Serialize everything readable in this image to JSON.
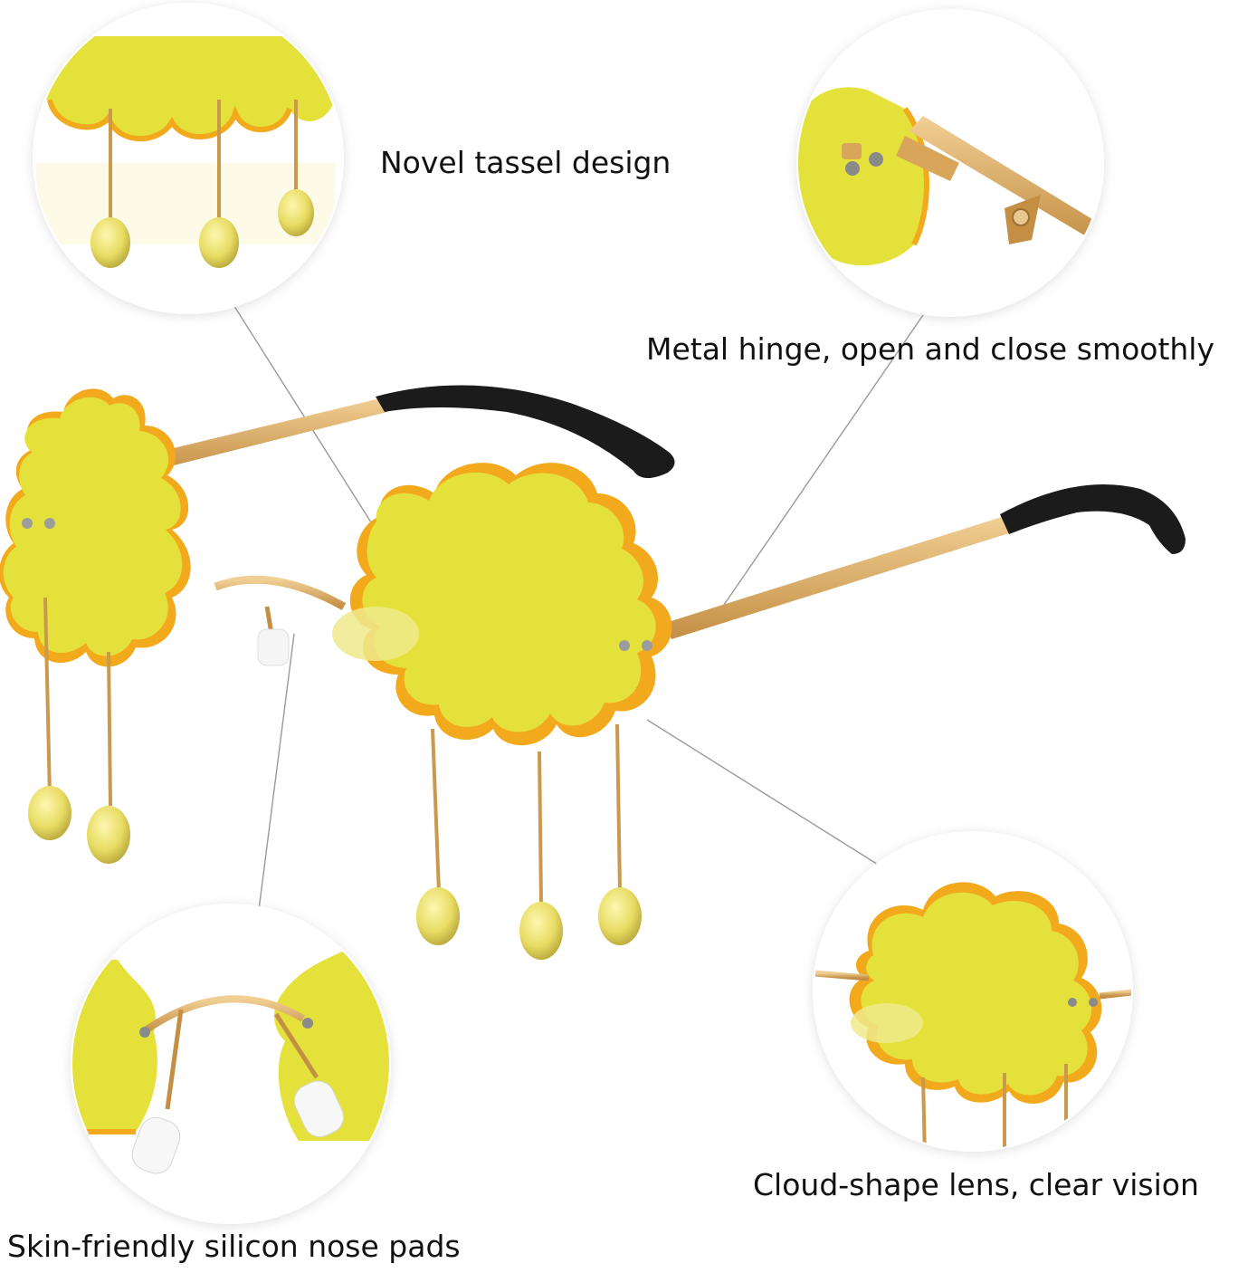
{
  "captions": {
    "tassel": "Novel tassel design",
    "hinge": "Metal hinge, open and close smoothly",
    "lens": "Cloud-shape lens, clear vision",
    "nose_pads": "Skin-friendly silicon nose pads"
  },
  "colors": {
    "lens_yellow": "#e4e23a",
    "lens_edge": "#f2a91c",
    "gold_metal": "#d9a55a",
    "temple_tip": "#1b1b1b",
    "leader_line": "#9a9a9a",
    "bubble_shadow": "#e6e6e6"
  },
  "icons": [
    "cloud-lens-icon",
    "tassel-drop-icon",
    "hinge-icon",
    "nose-pad-icon"
  ]
}
